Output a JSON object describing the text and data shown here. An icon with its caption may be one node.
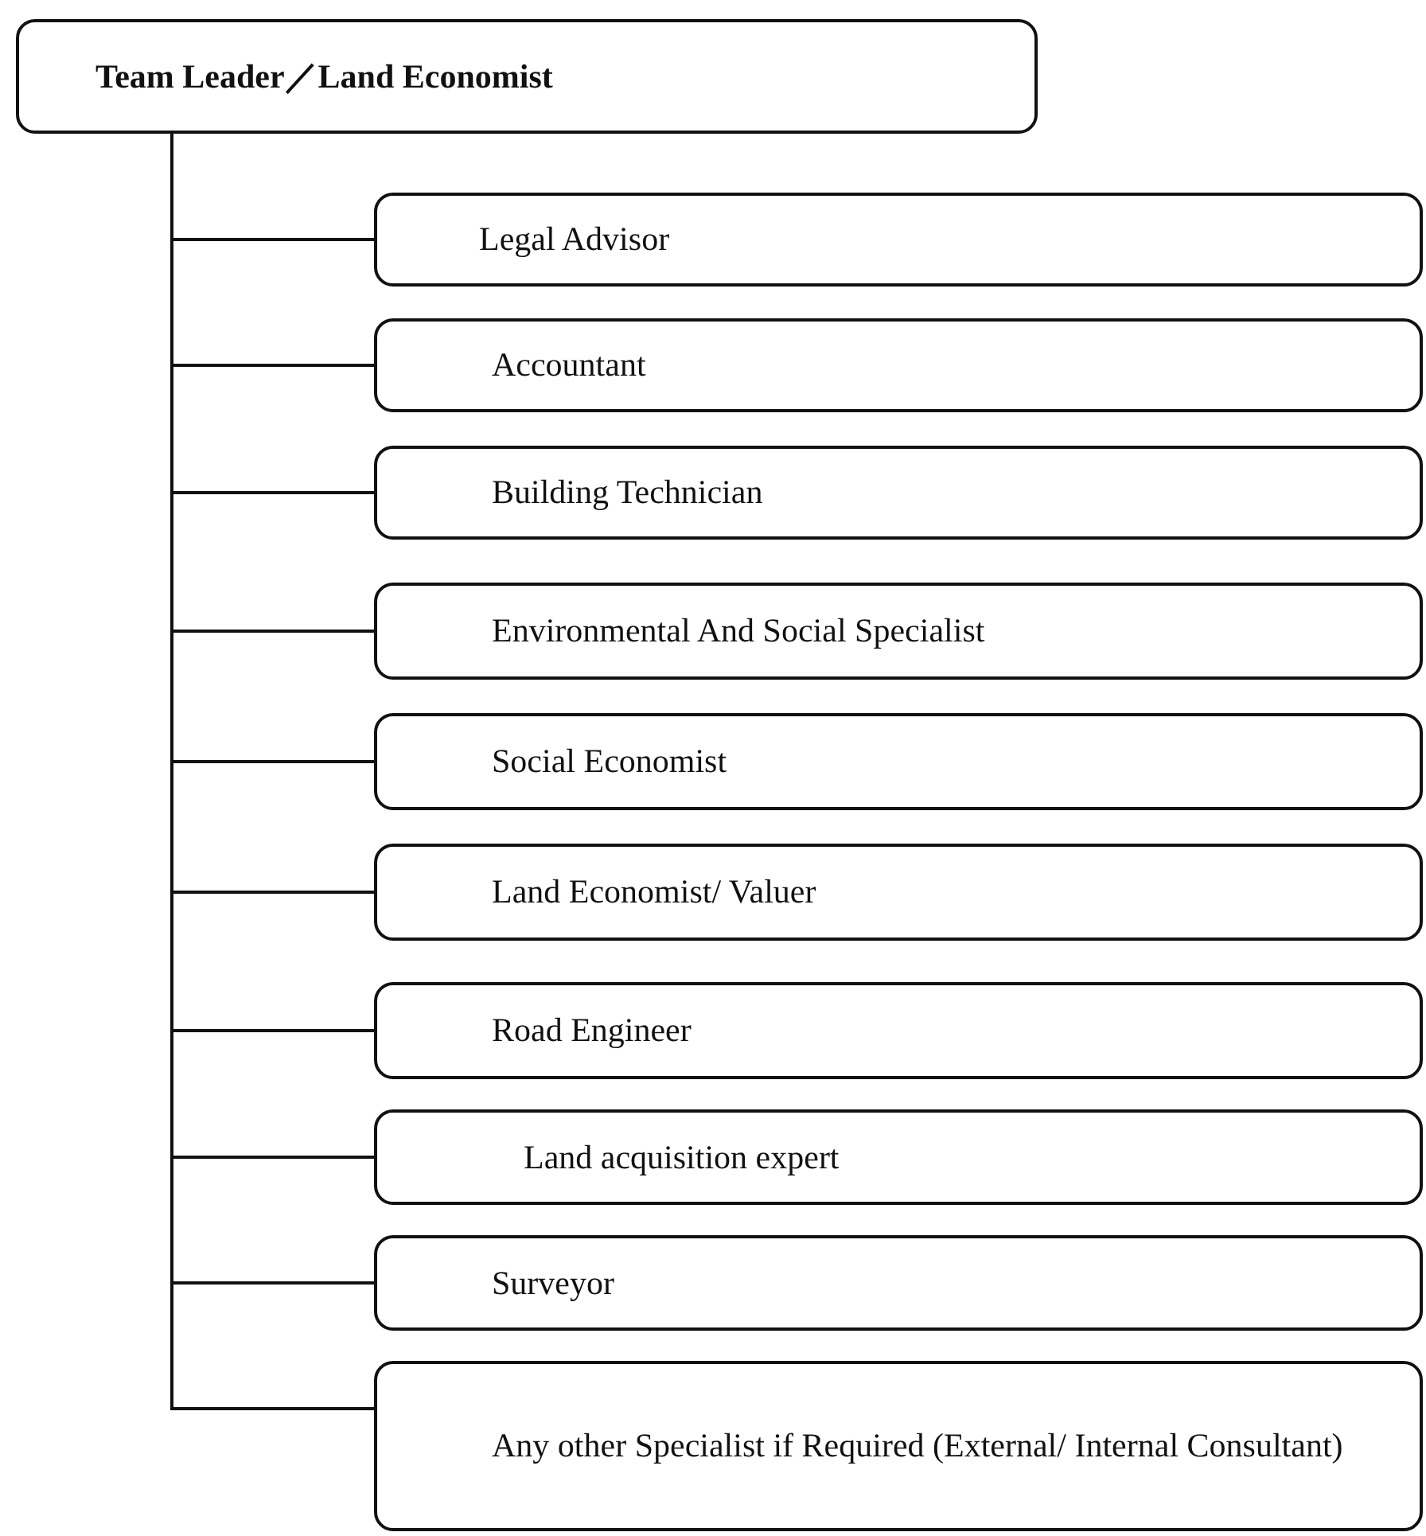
{
  "diagram": {
    "nodes": [
      {
        "text": [
          "Team Leader／Land Economist"
        ]
      },
      {
        "text": [
          "Legal Advisor"
        ]
      },
      {
        "text": [
          "Accountant"
        ]
      },
      {
        "text": [
          "Building Technician"
        ]
      },
      {
        "text": [
          "Environmental And Social Specialist"
        ]
      },
      {
        "text": [
          "Social Economist"
        ]
      },
      {
        "text": [
          "Land Economist/ Valuer"
        ]
      },
      {
        "text": [
          "Road Engineer"
        ]
      },
      {
        "text": [
          "Land acquisition expert"
        ]
      },
      {
        "text": [
          "Surveyor"
        ]
      },
      {
        "text": [
          "Any other Specialist if Required (External/ Internal Consultant)"
        ]
      }
    ],
    "edges": [
      {
        "from": 0,
        "to": 1,
        "arrow": "none"
      },
      {
        "from": 0,
        "to": 2,
        "arrow": "none"
      },
      {
        "from": 0,
        "to": 3,
        "arrow": "none"
      },
      {
        "from": 0,
        "to": 4,
        "arrow": "none"
      },
      {
        "from": 0,
        "to": 5,
        "arrow": "none"
      },
      {
        "from": 0,
        "to": 6,
        "arrow": "none"
      },
      {
        "from": 0,
        "to": 7,
        "arrow": "none"
      },
      {
        "from": 0,
        "to": 8,
        "arrow": "none"
      },
      {
        "from": 0,
        "to": 9,
        "arrow": "none"
      },
      {
        "from": 0,
        "to": 10,
        "arrow": "none"
      }
    ]
  }
}
